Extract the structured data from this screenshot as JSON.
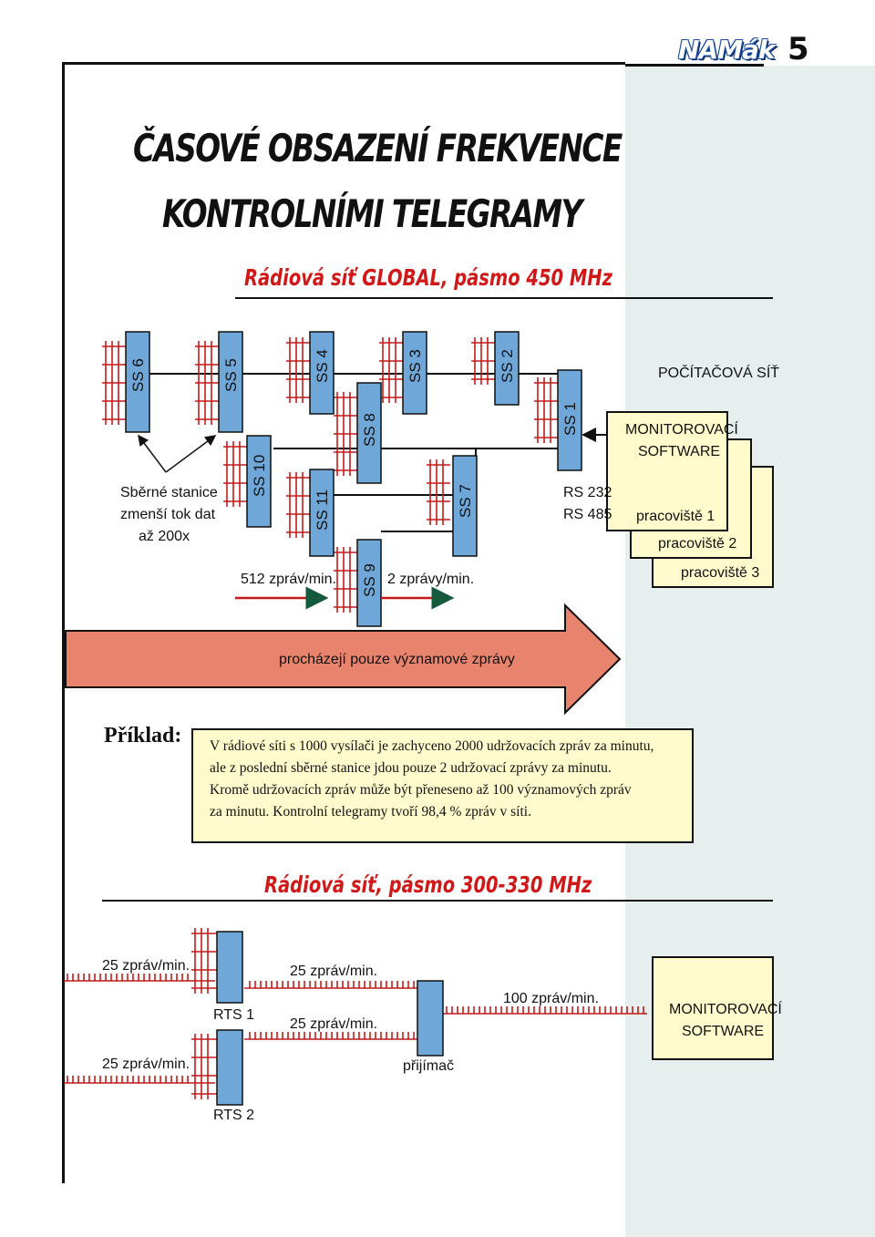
{
  "header": {
    "logo": "NAMák",
    "page_number": "5"
  },
  "title": {
    "line1": "ČASOVÉ OBSAZENÍ FREKVENCE",
    "line2": "KONTROLNÍMI TELEGRAMY"
  },
  "section1": {
    "subtitle": "Rádiová síť GLOBAL, pásmo 450 MHz",
    "stations": [
      "SS 6",
      "SS 5",
      "SS 4",
      "SS 3",
      "SS 2",
      "SS 1",
      "SS 10",
      "SS 11",
      "SS 8",
      "SS 9",
      "SS 7"
    ],
    "computer_net": "POČÍTAČOVÁ SÍŤ",
    "software_line1": "MONITOROVACÍ",
    "software_line2": "SOFTWARE",
    "workplaces": [
      "pracoviště 1",
      "pracoviště 2",
      "pracoviště 3"
    ],
    "rs232": "RS 232",
    "rs485": "RS 485",
    "note_line1": "Sběrné stanice",
    "note_line2": "zmenší tok dat",
    "note_line3": "až 200x",
    "rate_in": "512 zpráv/min.",
    "rate_out": "2 zprávy/min.",
    "arrow_text": "procházejí pouze významové zprávy"
  },
  "example": {
    "label": "Příklad:",
    "lines": [
      "V rádiové síti s 1000 vysílači je zachyceno 2000 udržovacích zpráv za minutu,",
      "ale z poslední sběrné stanice jdou pouze 2 udržovací zprávy za minutu.",
      "Kromě udržovacích zpráv může být přeneseno až 100 významových zpráv",
      "za minutu. Kontrolní telegramy tvoří 98,4 % zpráv v síti."
    ]
  },
  "section2": {
    "subtitle": "Rádiová síť, pásmo 300-330 MHz",
    "rate_left_top": "25 zpráv/min.",
    "rate_left_bottom": "25 zpráv/min.",
    "rate_mid_top": "25 zpráv/min.",
    "rate_mid_bottom": "25 zpráv/min.",
    "rate_right": "100 zpráv/min.",
    "rts1": "RTS 1",
    "rts2": "RTS 2",
    "receiver": "přijímač",
    "software_line1": "MONITOROVACÍ",
    "software_line2": "SOFTWARE"
  },
  "colors": {
    "station_fill": "#6fa7d8",
    "subtitle_red": "#d11818",
    "big_arrow": "#e8846e",
    "yellow_box": "#fffbcc",
    "flow_arrow": "#155a3c"
  }
}
